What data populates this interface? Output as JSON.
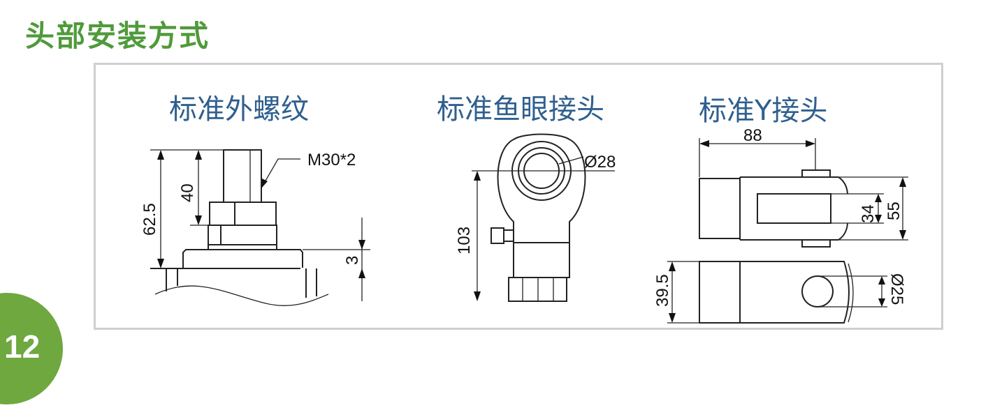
{
  "title": "头部安装方式",
  "page_number": "12",
  "colors": {
    "title": "#4f9a3b",
    "heading": "#2f5f8f",
    "badge": "#6ea83f",
    "border": "#cfcfcf"
  },
  "sections": [
    {
      "heading": "标准外螺纹",
      "dims": {
        "thread": "M30*2",
        "total_height": "62.5",
        "thread_length": "40",
        "flange": "3"
      }
    },
    {
      "heading": "标准鱼眼接头",
      "dims": {
        "bore": "Ø28",
        "height": "103"
      }
    },
    {
      "heading": "标准Y接头",
      "dims": {
        "length": "88",
        "slot": "34",
        "width": "55",
        "thickness": "39.5",
        "pin": "Ø25"
      }
    }
  ]
}
